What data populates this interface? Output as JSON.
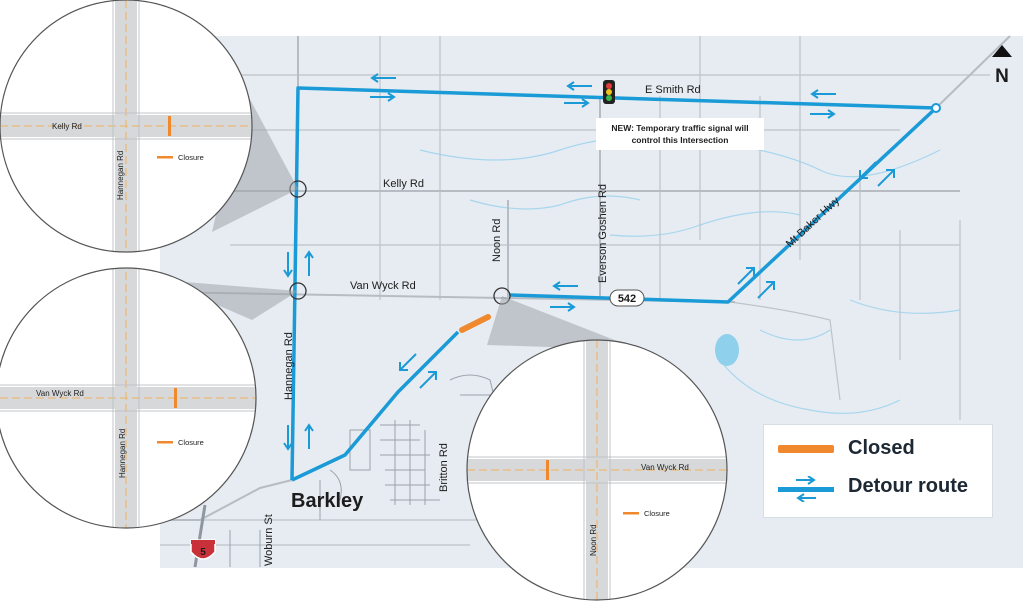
{
  "map": {
    "roads": {
      "e_smith": "E Smith Rd",
      "kelly": "Kelly Rd",
      "van_wyck": "Van Wyck Rd",
      "hannegan": "Hannegan Rd",
      "noon": "Noon Rd",
      "everson_goshen": "Everson Goshen Rd",
      "mt_baker": "Mt Baker Hwy",
      "woburn": "Woburn St",
      "britton": "Britton Rd",
      "route_542": "542",
      "interstate_5": "5"
    },
    "city": "Barkley",
    "north": "N",
    "signal_note_line1": "NEW: Temporary traffic signal will",
    "signal_note_line2": "control this Intersection",
    "colors": {
      "detour": "#1a9ad6",
      "closed": "#f0882d",
      "map_bg": "#e6ecf2",
      "road": "#b6bcc2",
      "water": "#8fd0ec"
    }
  },
  "insets": {
    "kelly": {
      "road_h": "Kelly Rd",
      "road_v": "Hannegan Rd",
      "closure": "Closure"
    },
    "vanwyck_hannegan": {
      "road_h": "Van Wyck Rd",
      "road_v": "Hannegan Rd",
      "closure": "Closure"
    },
    "vanwyck_noon": {
      "road_h": "Van Wyck Rd",
      "road_v": "Noon Rd",
      "closure": "Closure"
    }
  },
  "legend": {
    "closed": "Closed",
    "detour": "Detour route"
  }
}
